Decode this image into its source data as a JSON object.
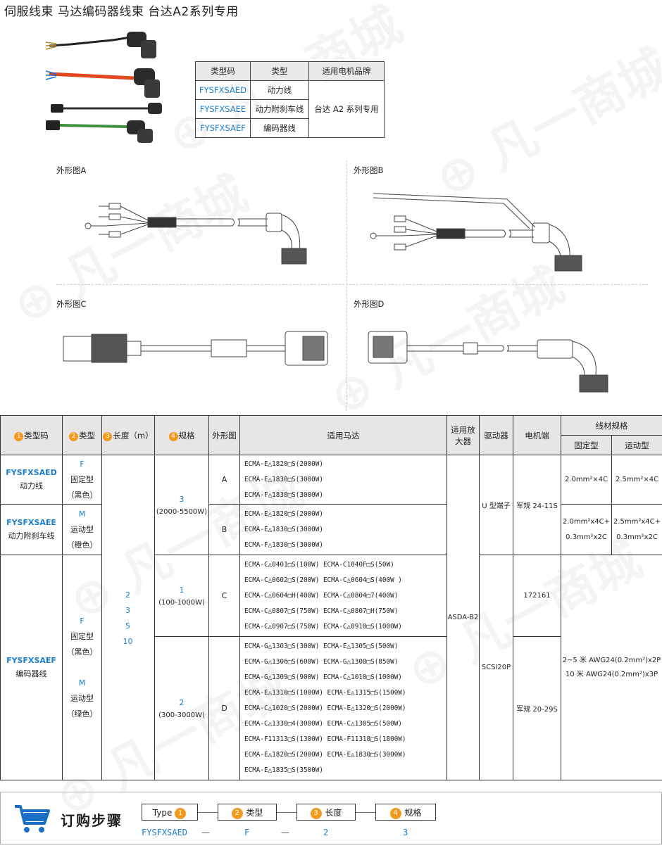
{
  "title": "伺服线束  马达编码器线束  台达A2系列专用",
  "brand_table": {
    "headers": [
      "类型码",
      "类型",
      "适用电机品牌"
    ],
    "rows": [
      {
        "code": "FYSFXSAED",
        "type": "动力线"
      },
      {
        "code": "FYSFXSAEE",
        "type": "动力附刹车线"
      },
      {
        "code": "FYSFXSAEF",
        "type": "编码器线"
      }
    ],
    "brand": "台达 A2 系列专用"
  },
  "diagrams": {
    "a_label": "外形图A",
    "b_label": "外形图B",
    "c_label": "外形图C",
    "d_label": "外形图D"
  },
  "main_table": {
    "headers": {
      "code": "类型码",
      "type": "类型",
      "length": "长度（m）",
      "spec": "规格",
      "shape": "外形图",
      "motor": "适用马达",
      "amp": "适用放大器",
      "driver": "驱动器",
      "motor_end": "电机端",
      "wire": "线材规格",
      "fixed": "固定型",
      "moving": "运动型"
    },
    "nums": [
      "1",
      "2",
      "3",
      "4"
    ],
    "codes": {
      "a": {
        "code": "FYSFXSAED",
        "name": "动力线"
      },
      "b": {
        "code": "FYSFXSAEE",
        "name": "动力附刹车线"
      },
      "c": {
        "code": "FYSFXSAEF",
        "name": "编码器线"
      }
    },
    "types": {
      "f": "F",
      "fixed": "固定型",
      "black": "（黑色）",
      "m": "M",
      "moving": "运动型",
      "orange": "（橙色）",
      "green": "（绿色）"
    },
    "lengths": [
      "2",
      "3",
      "5",
      "10"
    ],
    "specs": {
      "s3": "3",
      "s3r": "(2000-5500W)",
      "s1": "1",
      "s1r": "(100-1000W)",
      "s2": "2",
      "s2r": "(300-3000W)"
    },
    "shapes": {
      "a": "A",
      "b": "B",
      "c": "C",
      "d": "D"
    },
    "motors_a": [
      "ECMA-E△1820□S(2000W)",
      "ECMA-E△1830□S(3000W)",
      "ECMA-F△1830□S(3000W)"
    ],
    "motors_b": [
      "ECMA-E△1820□S(2000W)",
      "ECMA-E△1830□S(3000W)",
      "ECMA-F△1830□S(3000W)"
    ],
    "motors_c": [
      "ECMA-C△0401□S(100W)  ECMA-C1040F□S(50W)",
      "ECMA-C△0602□S(200W)  ECMA-C△0604□S(400W )",
      "ECMA-C△0604□H(400W)  ECMA-C△0804□7(400W)",
      "ECMA-C△0807□S(750W)  ECMA-C△0807□H(750W)",
      "ECMA-C△0907□S(750W)  ECMA-C△0910□S(1000W)"
    ],
    "motors_d": [
      "ECMA-G△1303□S(300W)  ECMA-E△1305□S(500W)",
      "ECMA-G△1306□S(600W)  ECMA-G△1308□S(850W)",
      "ECMA-G△1309□S(900W)  ECMA-C△1010□S(1000W)",
      "ECMA-E△1310□S(1000W) ECMA-E△1315□S(1500W)",
      "ECMA-C△1020□S(2000W) ECMA-E△1320□S(2000W)",
      "ECMA-C△1330□4(3000W) ECMA-C△1305□S(500W)",
      "ECMA-F11313□S(1300W) ECMA-F11318□S(1800W)",
      "ECMA-E△1820□S(2000W) ECMA-E△1830□S(3000W)",
      "ECMA-E△1835□S(3500W)"
    ],
    "amp": "ASDA-B2",
    "driver_ab": "U 型端子",
    "driver_cd": "SCSI20P",
    "motor_end_ab": "军规 24-11S",
    "motor_end_c": "172161",
    "motor_end_d": "军规 20-29S",
    "wire_a_fixed": "2.0mm²×4C",
    "wire_a_moving": "2.5mm²×4C",
    "wire_b_fixed_1": "2.0mm²x4C+",
    "wire_b_fixed_2": "0.3mm²x2C",
    "wire_b_moving_1": "2.5mm²x4C+",
    "wire_b_moving_2": "0.3mm²x2C",
    "wire_cd_1": "2~5 米 AWG24(0.2mm²)x2P",
    "wire_cd_2": "10 米 AWG24(0.2mm²)x3P"
  },
  "order": {
    "title": "订购步骤",
    "steps": [
      {
        "num": "1",
        "label": "Type",
        "value": "FYSFXSAED"
      },
      {
        "num": "2",
        "label": "类型",
        "value": "F"
      },
      {
        "num": "3",
        "label": "长度",
        "value": "2"
      },
      {
        "num": "4",
        "label": "规格",
        "value": "3"
      }
    ],
    "dash": "—"
  },
  "colors": {
    "accent_blue": "#1a7fd0",
    "badge_orange": "#f39a1e",
    "cart_blue": "#1a6fc4"
  }
}
